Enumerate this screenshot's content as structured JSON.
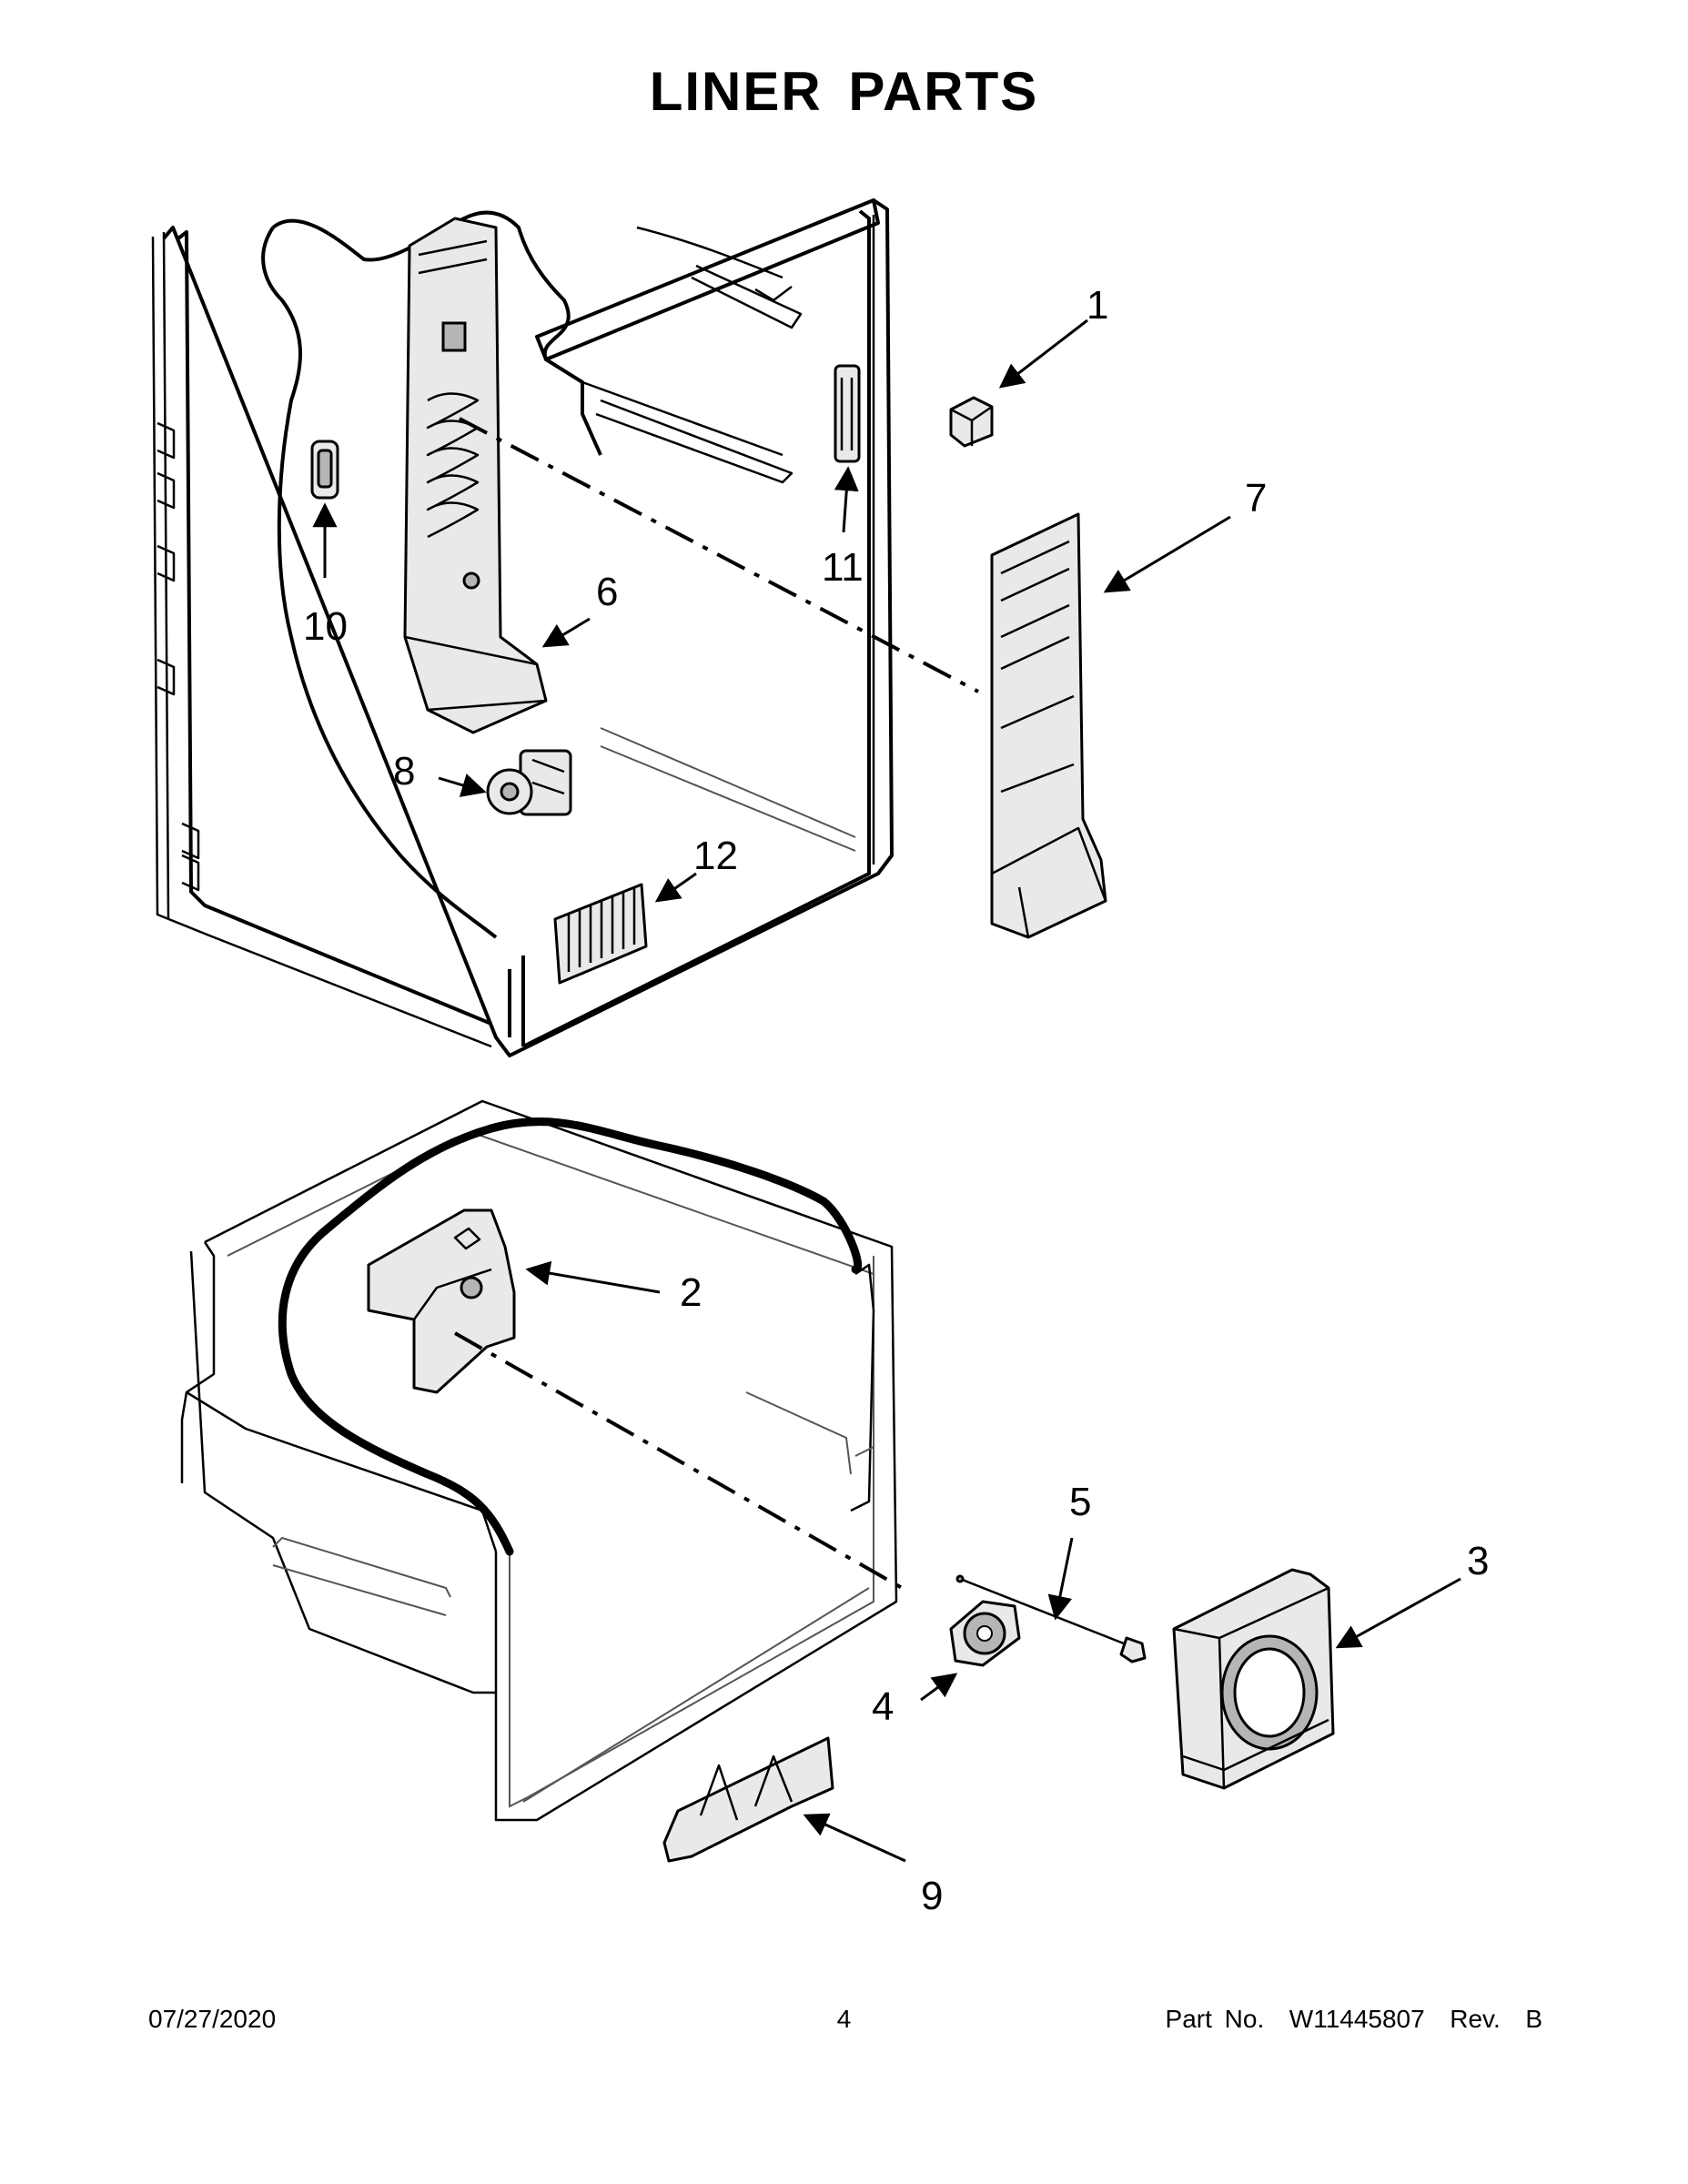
{
  "title": "LINER PARTS",
  "callouts": [
    "1",
    "2",
    "3",
    "4",
    "5",
    "6",
    "7",
    "8",
    "9",
    "10",
    "11",
    "12"
  ],
  "footer": {
    "date": "07/27/2020",
    "page": "4",
    "part_no": "Part No.  W11445807  Rev.  B"
  }
}
